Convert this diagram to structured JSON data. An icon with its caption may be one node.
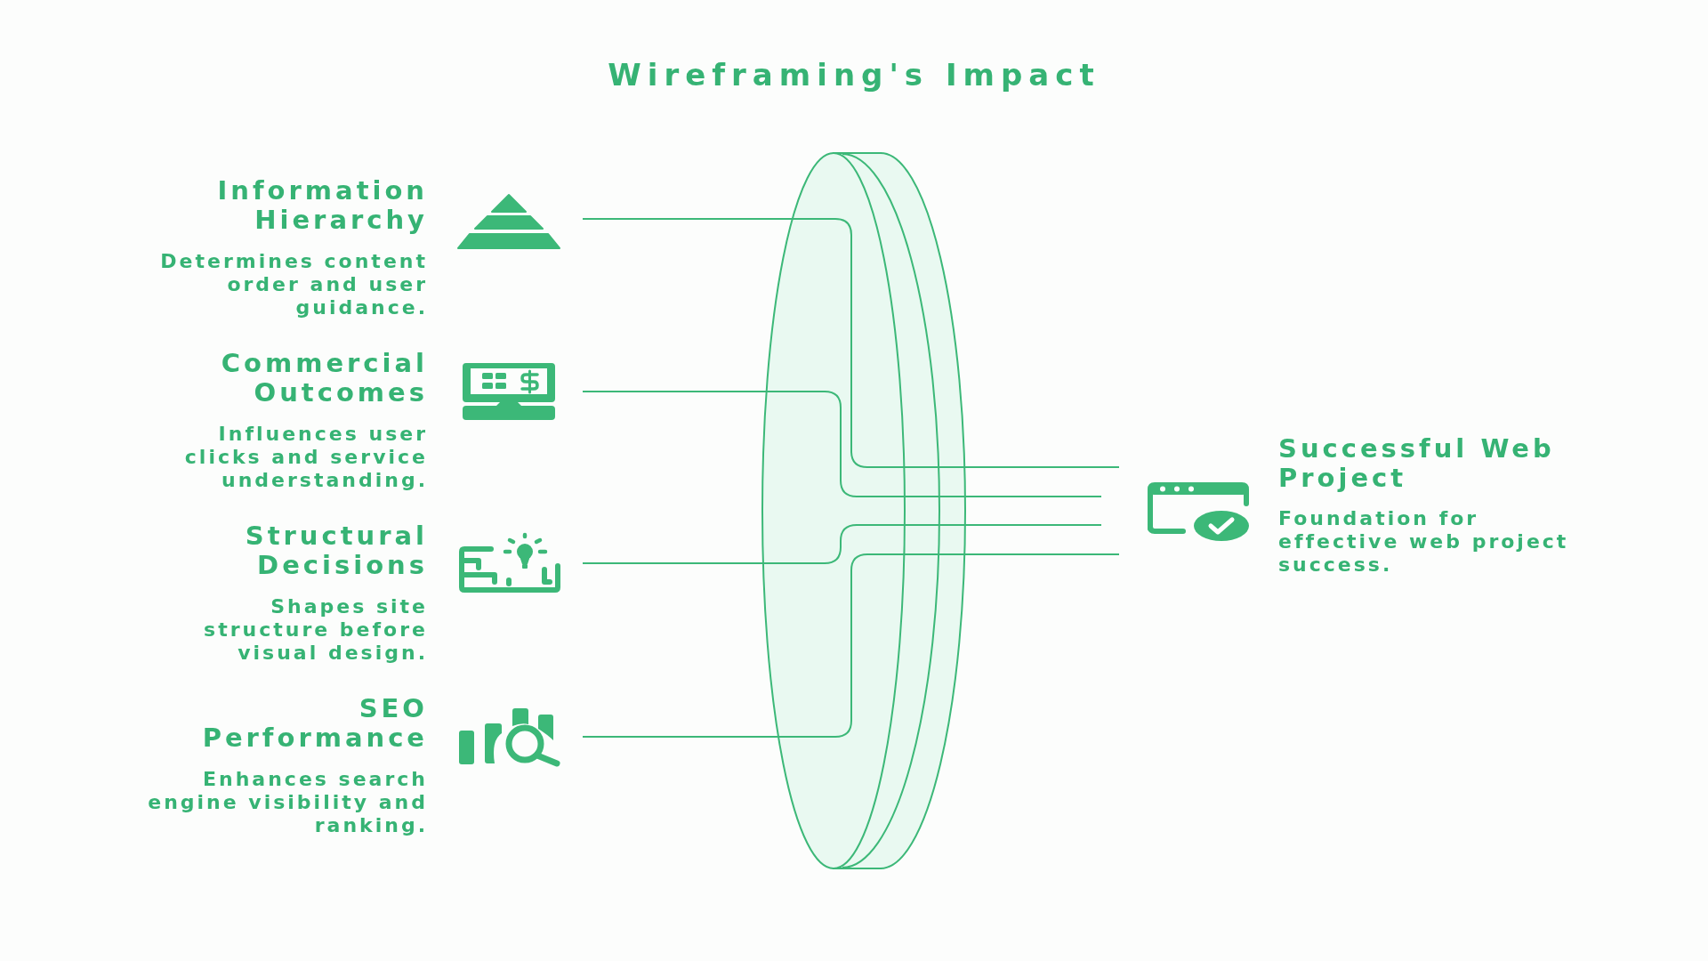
{
  "diagram": {
    "title": "Wireframing's Impact",
    "nodes": [
      {
        "text": [
          "Information Hierarchy",
          "Determines content order and user guidance."
        ]
      },
      {
        "text": [
          "Commercial Outcomes",
          "Influences user clicks and service understanding."
        ]
      },
      {
        "text": [
          "Structural Decisions",
          "Shapes site structure before visual design."
        ]
      },
      {
        "text": [
          "SEO Performance",
          "Enhances search engine visibility and ranking."
        ]
      },
      {
        "text": [
          "Successful Web Project",
          "Foundation for effective web project success."
        ]
      }
    ],
    "edges": [
      {
        "from": 0,
        "to": 4,
        "arrow": "none"
      },
      {
        "from": 1,
        "to": 4,
        "arrow": "none"
      },
      {
        "from": 2,
        "to": 4,
        "arrow": "none"
      },
      {
        "from": 3,
        "to": 4,
        "arrow": "none"
      }
    ]
  }
}
